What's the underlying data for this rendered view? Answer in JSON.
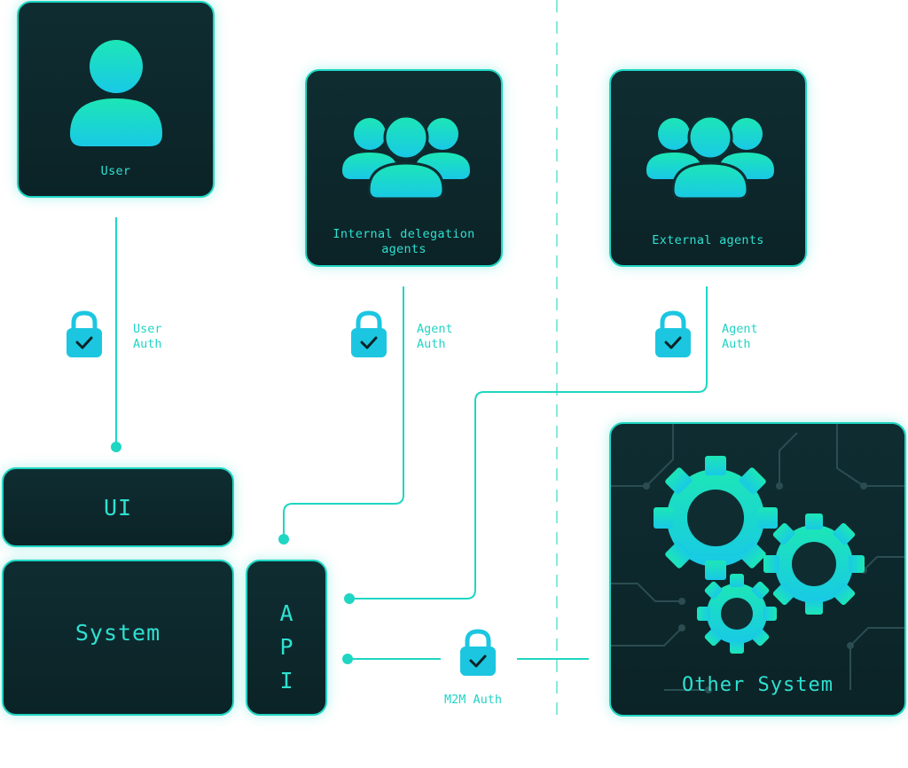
{
  "nodes": {
    "user": {
      "label": "User"
    },
    "internal_agents": {
      "label": "Internal delegation agents"
    },
    "external_agents": {
      "label": "External agents"
    },
    "ui": {
      "label": "UI"
    },
    "system": {
      "label": "System"
    },
    "api": {
      "letters": [
        "A",
        "P",
        "I"
      ]
    },
    "other_system": {
      "label": "Other System"
    }
  },
  "auth": {
    "user_auth": "User\nAuth",
    "agent_auth_internal": "Agent\nAuth",
    "agent_auth_external": "Agent\nAuth",
    "m2m_auth": "M2M Auth"
  },
  "colors": {
    "accent": "#1fd6c2",
    "card_bg": "#0f2d31",
    "lock": "#1cc6e0",
    "check": "#0b2327"
  },
  "icons": [
    "user-icon",
    "group-icon",
    "lock-icon",
    "gears-icon"
  ]
}
